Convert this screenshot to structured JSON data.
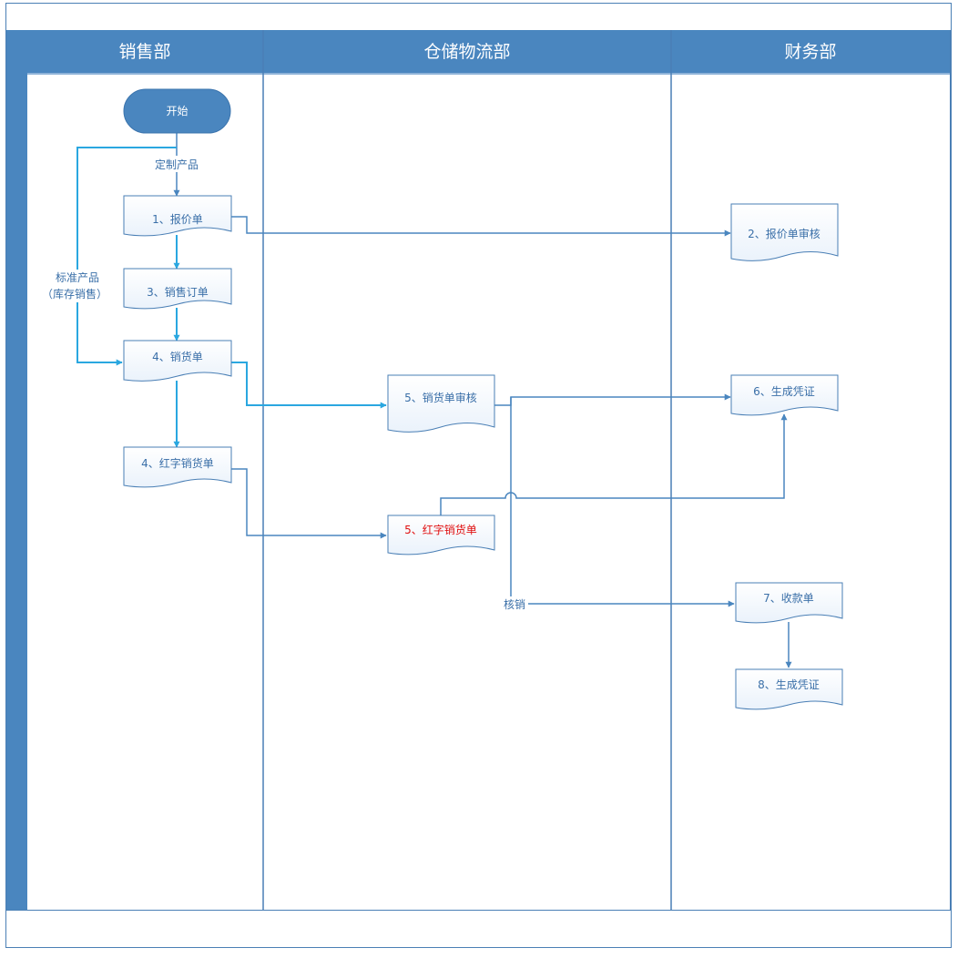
{
  "lanes": {
    "sales": "销售部",
    "warehouse": "仓储物流部",
    "finance": "财务部"
  },
  "nodes": {
    "start": "开始",
    "quote": "1、报价单",
    "sales_order": "3、销售订单",
    "delivery": "4、销货单",
    "red_delivery": "4、红字销货单",
    "quote_review": "2、报价单审核",
    "delivery_review": "5、销货单审核",
    "red_delivery_wh": "5、红字销货单",
    "voucher_6": "6、生成凭证",
    "receipt": "7、收款单",
    "voucher_8": "8、生成凭证"
  },
  "edge_labels": {
    "custom_product": "定制产品",
    "standard_product_1": "标准产品",
    "standard_product_2": "（库存销售）",
    "write_off": "核销"
  },
  "colors": {
    "lane_header": "#4a86bf",
    "border": "#4a7fb5",
    "connector_blue": "#2aa7e0",
    "connector_dark": "#4a86bf",
    "node_text": "#3a6fa8",
    "highlight_text": "#e01010"
  }
}
